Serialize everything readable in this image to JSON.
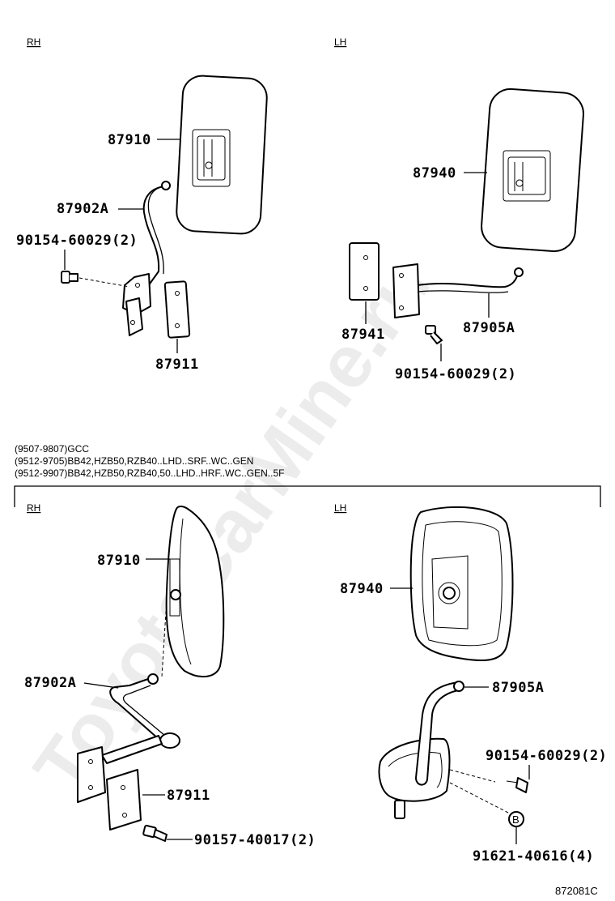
{
  "watermark": "ToyotaCarMine.ru",
  "figure_code": "872081C",
  "upper": {
    "rh": {
      "side": "RH",
      "mirror": "87910",
      "arm": "87902A",
      "screw": "90154-60029(2)",
      "plate": "87911"
    },
    "lh": {
      "side": "LH",
      "mirror": "87940",
      "plate": "87941",
      "arm": "87905A",
      "screw": "90154-60029(2)"
    }
  },
  "conditions": [
    "(9507-9807)GCC",
    "(9512-9705)BB42,HZB50,RZB40..LHD..SRF..WC..GEN",
    "(9512-9907)BB42,HZB50,RZB40,50..LHD..HRF..WC..GEN..5F"
  ],
  "lower": {
    "rh": {
      "side": "RH",
      "mirror": "87910",
      "arm": "87902A",
      "plate": "87911",
      "bolt": "90157-40017(2)"
    },
    "lh": {
      "side": "LH",
      "mirror": "87940",
      "arm": "87905A",
      "screw": "90154-60029(2)",
      "marker": "B",
      "nut": "91621-40616(4)"
    }
  }
}
